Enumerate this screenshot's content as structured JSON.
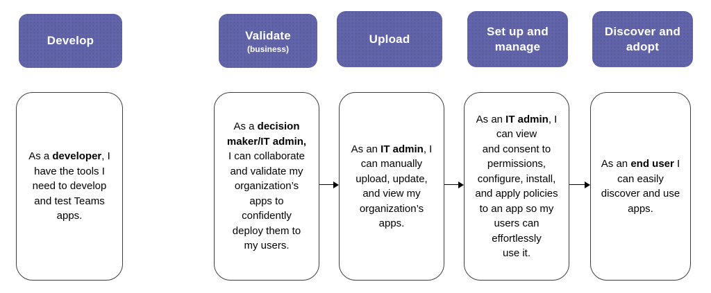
{
  "diagram": {
    "colors": {
      "header_bg": "#6164A9",
      "header_text": "#ffffff",
      "card_bg": "#ffffff",
      "card_border": "#3d3d3d",
      "arrow": "#000000"
    },
    "stages": [
      {
        "id": "develop",
        "header": {
          "title": "Develop",
          "subtitle": ""
        },
        "card_segments": [
          {
            "text": "As a ",
            "bold": false
          },
          {
            "text": "developer",
            "bold": true
          },
          {
            "text": ", I\nhave the tools I\nneed to develop\nand test Teams\napps.",
            "bold": false
          }
        ]
      },
      {
        "id": "validate-business",
        "header": {
          "title": "Validate",
          "subtitle": "(business)"
        },
        "card_segments": [
          {
            "text": "As a ",
            "bold": false
          },
          {
            "text": "decision\nmaker/IT admin,",
            "bold": true
          },
          {
            "text": "\nI can collaborate\nand validate my\norganization’s\napps to\nconfidently\ndeploy them to\nmy users.",
            "bold": false
          }
        ]
      },
      {
        "id": "upload",
        "header": {
          "title": "Upload",
          "subtitle": ""
        },
        "card_segments": [
          {
            "text": "As an ",
            "bold": false
          },
          {
            "text": "IT admin",
            "bold": true
          },
          {
            "text": ", I\ncan manually\nupload, update,\nand view my\norganization’s\napps.",
            "bold": false
          }
        ]
      },
      {
        "id": "set-up-and-manage",
        "header": {
          "title": "Set up and\nmanage",
          "subtitle": ""
        },
        "card_segments": [
          {
            "text": "As an ",
            "bold": false
          },
          {
            "text": "IT admin",
            "bold": true
          },
          {
            "text": ", I\ncan view\nand consent to\npermissions,\nconfigure, install,\nand apply policies\nto an app so my\nusers can\neffortlessly\nuse it.",
            "bold": false
          }
        ]
      },
      {
        "id": "discover-and-adopt",
        "header": {
          "title": "Discover and\nadopt",
          "subtitle": ""
        },
        "card_segments": [
          {
            "text": "As an ",
            "bold": false
          },
          {
            "text": "end user",
            "bold": true
          },
          {
            "text": " I\ncan easily\ndiscover and use\napps.",
            "bold": false
          }
        ]
      }
    ],
    "connectors": [
      {
        "from": "validate-business",
        "to": "upload"
      },
      {
        "from": "upload",
        "to": "set-up-and-manage"
      },
      {
        "from": "set-up-and-manage",
        "to": "discover-and-adopt"
      }
    ]
  }
}
